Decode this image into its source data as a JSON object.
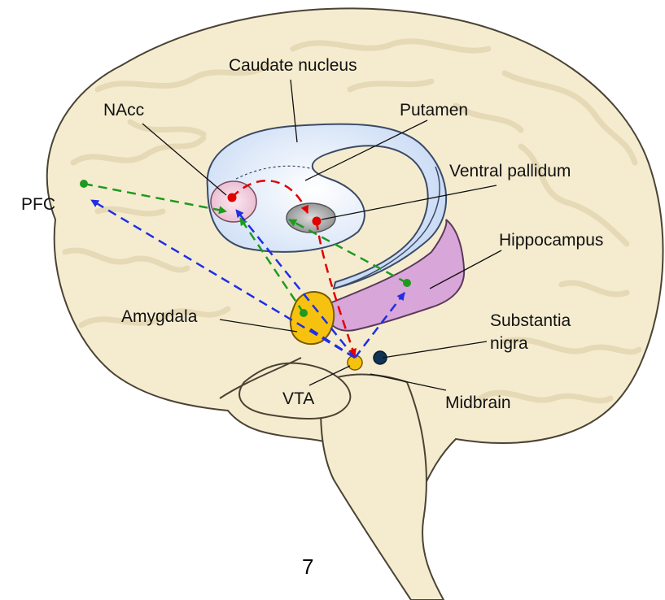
{
  "labels": {
    "caudate": "Caudate nucleus",
    "nacc": "NAcc",
    "putamen": "Putamen",
    "ventral_pallidum": "Ventral pallidum",
    "pfc": "PFC",
    "hippocampus": "Hippocampus",
    "amygdala": "Amygdala",
    "substantia_nigra_line1": "Substantia",
    "substantia_nigra_line2": "nigra",
    "vta": "VTA",
    "midbrain": "Midbrain"
  },
  "page_number": "7",
  "colors": {
    "brain_fill": "#f5ecd0",
    "brain_fold": "#e3d6b4",
    "striatum_fill": "#cfe0f6",
    "striatum_stroke": "#3b4a66",
    "hippocampus_fill": "#d9a6d9",
    "amygdala_fill": "#f7c20f",
    "substantia_nigra_fill": "#123454",
    "nacc_fill": "#f2cfe0",
    "pallidum_fill": "#a8a8a8",
    "red_path": "#e00000",
    "green_path": "#1f9a1f",
    "blue_path": "#1e2fe6"
  }
}
